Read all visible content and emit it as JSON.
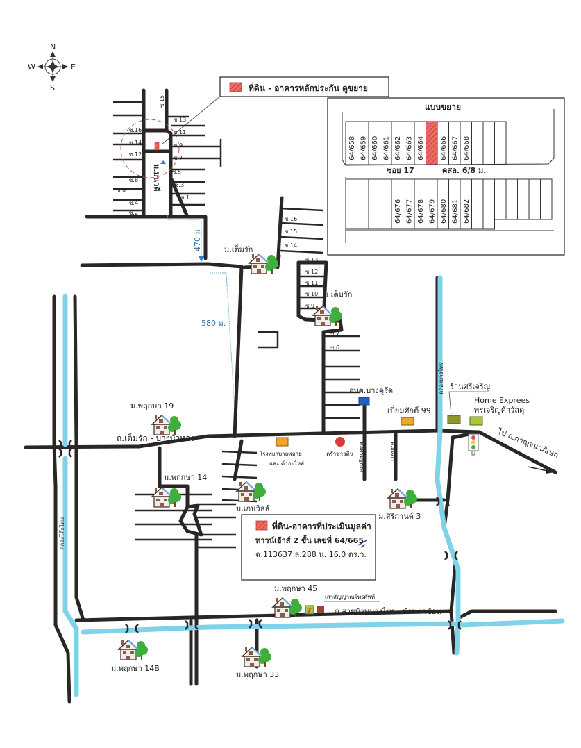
{
  "compass": {
    "n": "N",
    "s": "S",
    "e": "E",
    "w": "W"
  },
  "legend_top": {
    "label": "ที่ดิน - อาคารหลักประกัน ดูขยาย"
  },
  "inset": {
    "title": "แบบขยาย",
    "street_label": "ซอย 17",
    "width_label": "คสล. 6/8 ม.",
    "top_row": [
      "64/658",
      "64/659",
      "64/660",
      "64/661",
      "64/662",
      "64/663",
      "64/664",
      "",
      "64/666",
      "64/667",
      "64/668",
      "",
      "",
      ""
    ],
    "top_row_highlight_index": 7,
    "bottom_row": [
      "",
      "",
      "",
      "",
      "64/676",
      "64/677",
      "64/678",
      "64/679",
      "64/680",
      "64/681",
      "64/682",
      "",
      "",
      "",
      "",
      "",
      "",
      ""
    ]
  },
  "top_village": {
    "name": "ม.มนวดี",
    "soi_left": [
      "ซ.16",
      "ซ.14",
      "ซ.12",
      "ซ.8",
      "ซ.6",
      "ซ.4",
      "ซ.2"
    ],
    "soi_right": [
      "ซ.15",
      "ซ.13",
      "ซ.11",
      "ซ.9",
      "ซ.7",
      "ซ.5",
      "ซ.3",
      "ซ.1"
    ]
  },
  "distances": {
    "d1": "470 ม.",
    "d2": "580 ม."
  },
  "middle_sois": {
    "upper": [
      "ซ.16",
      "ซ.15",
      "ซ.14"
    ],
    "lower": [
      "ซ.13",
      "ซ.12",
      "ซ.11",
      "ซ.10",
      "ซ.9"
    ],
    "south": [
      "ซ.7",
      "ซ.6"
    ]
  },
  "villages": [
    {
      "name": "ม.เต็มรัก"
    },
    {
      "name": "ม.เต็มรัก"
    },
    {
      "name": "ม.พฤกษา 19"
    },
    {
      "name": "ม.พฤกษา 14"
    },
    {
      "name": "ม.เกนวิลล์"
    },
    {
      "name": "ม.สิริกานต์ 3"
    },
    {
      "name": "ม.พฤกษา 45"
    },
    {
      "name": "ม.พฤกษา 14B"
    },
    {
      "name": "ม.พฤกษา 33"
    }
  ],
  "roads": {
    "main": "ถ.เต็มรัก - บางบัวทอง",
    "south": "ถ.สายบ้านบางไทร - บ้านตาช้อน",
    "to_kanchanaphisek": "ไป ถ.กาญจนาภิเษก",
    "soi_a": "ม.เศรษฐพงศ์",
    "soi_b": "ม.ธนภา"
  },
  "canals": {
    "west": "คลองโต๊ะใหม่",
    "east": "คลองบางไทร"
  },
  "landmarks": {
    "obt": "อบต.บางคูรัด",
    "shop99": "เปี่ยมศักดิ์ 99",
    "srijaroen": "ร้านศรีเจริญ",
    "home_express": "Home Exprees",
    "pornjaroen": "พรเจริญค้าวัสดุ",
    "hospital_l1": "โรงพยาบาลพลาย",
    "hospital_l2": "และ ค้าอะไหล่",
    "restaurant": "ครัวชาวดิน",
    "telephone": "เสาสัญญาณโทรศัพท์"
  },
  "legend_bottom": {
    "line1": "ที่ดิน-อาคารที่ประเมินมูลค่า",
    "line2": "ทาวน์เฮ้าส์ 2 ชั้น เลขที่ 64/665",
    "line3": "ฉ.113637  ล.288  น. 16.0 ตร.ว."
  },
  "colors": {
    "road": "#2b2626",
    "canal": "#7fd3e8",
    "highlight": "#e85a5a",
    "dist": "#2e6fa0"
  }
}
